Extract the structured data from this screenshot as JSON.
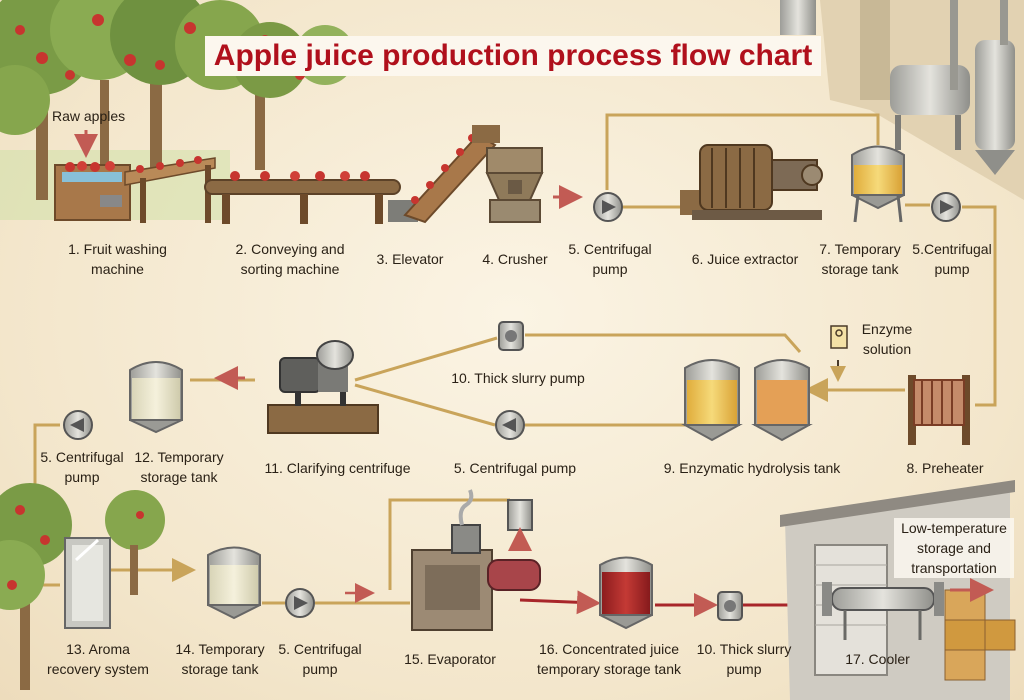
{
  "title": "Apple juice production process flow chart",
  "inputs": {
    "raw_apples": "Raw apples",
    "enzyme_line1": "Enzyme",
    "enzyme_line2": "solution"
  },
  "steps": {
    "s1": [
      "1. Fruit washing",
      "machine"
    ],
    "s2": [
      "2. Conveying and",
      "sorting machine"
    ],
    "s3": [
      "3. Elevator"
    ],
    "s4": [
      "4. Crusher"
    ],
    "s5a": [
      "5. Centrifugal",
      "pump"
    ],
    "s6": [
      "6. Juice extractor"
    ],
    "s7": [
      "7. Temporary",
      "storage tank"
    ],
    "s5b": [
      "5.Centrifugal",
      "pump"
    ],
    "s8": [
      "8. Preheater"
    ],
    "s9": [
      "9. Enzymatic hydrolysis tank"
    ],
    "s10a": [
      "10. Thick slurry pump"
    ],
    "s5c": [
      "5. Centrifugal pump"
    ],
    "s11": [
      "11. Clarifying centrifuge"
    ],
    "s12": [
      "12. Temporary",
      "storage tank"
    ],
    "s5d": [
      "5. Centrifugal",
      "pump"
    ],
    "s13": [
      "13. Aroma",
      "recovery system"
    ],
    "s14": [
      "14. Temporary",
      "storage tank"
    ],
    "s5e": [
      "5. Centrifugal",
      "pump"
    ],
    "s15": [
      "15. Evaporator"
    ],
    "s16": [
      "16. Concentrated juice",
      "temporary storage tank"
    ],
    "s10b": [
      "10. Thick slurry",
      "pump"
    ],
    "s17": [
      "17. Cooler"
    ]
  },
  "output": [
    "Low-temperature",
    "storage and",
    "transportation"
  ],
  "colors": {
    "title": "#b0101c",
    "pipe": "#c9a45a",
    "arrow": "#c25b54",
    "juice": "#e9c35a",
    "concentrate": "#a8262a",
    "machine": "#8a8a86"
  }
}
